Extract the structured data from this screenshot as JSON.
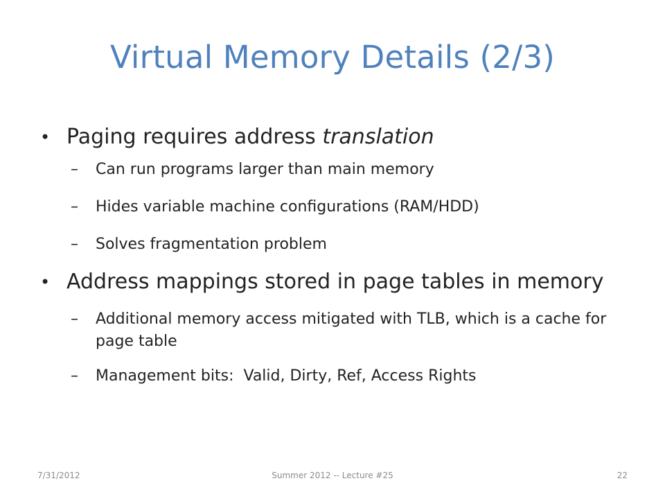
{
  "slide": {
    "title": "Virtual Memory Details (2/3)",
    "bullets": [
      {
        "text_before": "Paging requires address ",
        "text_italic": "translation",
        "subs": [
          "Can run programs larger than main memory",
          "Hides variable machine configurations (RAM/HDD)",
          "Solves fragmentation problem"
        ]
      },
      {
        "text": "Address mappings stored in page tables in memory",
        "subs": [
          "Additional memory access mitigated with TLB, which is a cache for page table",
          "Management bits:  Valid, Dirty, Ref, Access Rights"
        ]
      }
    ],
    "bullet_glyph": "•",
    "dash_glyph": "–"
  },
  "footer": {
    "date": "7/31/2012",
    "center": "Summer 2012 -- Lecture #25",
    "page": "22"
  },
  "colors": {
    "title": "#4f81bd",
    "text": "#222222",
    "footer": "#8c8c8c"
  }
}
